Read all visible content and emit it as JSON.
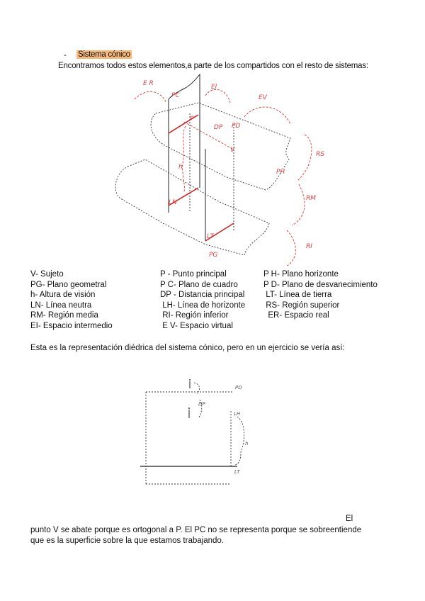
{
  "section": {
    "bullet": "-",
    "heading": "Sistema cónico",
    "intro": "Encontramos todos estos elementos,a parte de los compartidos con el resto de sistemas:"
  },
  "diagram1": {
    "labels": {
      "er": "E R",
      "pc": "PC",
      "ei": "EI",
      "ev": "EV",
      "p": "P",
      "dp": "DP",
      "v": "V",
      "h": "h",
      "ph": "PH",
      "ln": "LN",
      "lt": "LT",
      "pd": "PD",
      "pg": "PG",
      "rs": "RS",
      "rm": "RM",
      "ri": "RI"
    },
    "colors": {
      "ink": "#222222",
      "annotation": "#e03030"
    }
  },
  "legend": {
    "column1": [
      "V- Sujeto",
      "PG- Plano geometral",
      "h- Altura de visión",
      "LN- Línea neutra",
      "RM- Región media",
      "EI- Espacio intermedio"
    ],
    "column2": [
      "P - Punto principal",
      "P C- Plano de cuadro",
      "DP - Distancia principal",
      " LH- Línea de horizonte",
      " RI- Región inferior",
      " E V- Espacio virtual"
    ],
    "column3": [
      "P H- Plano horizonte",
      "P D- Plano de desvanecimiento",
      " LT- Línea de tierra",
      " RS- Región superior",
      "  ER- Espacio real"
    ]
  },
  "paragraph1": "Esta es la representación diédrica del sistema cónico, pero en un ejercicio se vería así:",
  "diagram2": {
    "labels": {
      "pd": "PD",
      "dp": "DP",
      "lh": "LH",
      "h": "h",
      "lt": "LT"
    }
  },
  "paragraph2": {
    "line0": "El",
    "line1": "punto V se abate porque es ortogonal a P. El PC no se representa porque se sobreentiende",
    "line2": "que es la superficie sobre la que estamos trabajando."
  },
  "highlight_color": "#f8b97a"
}
